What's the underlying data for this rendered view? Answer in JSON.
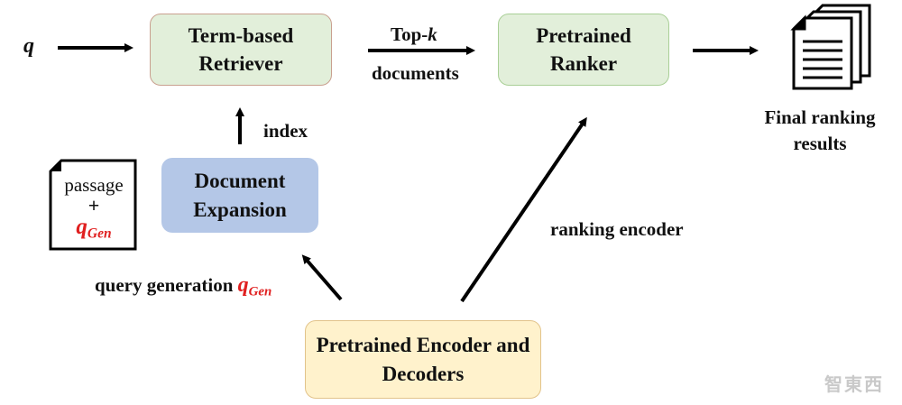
{
  "input": {
    "q": "q"
  },
  "nodes": {
    "retriever": "Term-based Retriever",
    "ranker": "Pretrained Ranker",
    "expansion": "Document Expansion",
    "encoder": "Pretrained Encoder and Decoders"
  },
  "edges": {
    "topk_prefix": "Top-",
    "topk_k": "k",
    "topk_suffix": "documents",
    "index": "index",
    "ranking_encoder": "ranking encoder",
    "query_generation": "query generation"
  },
  "passage_doc": {
    "passage": "passage",
    "plus": "+",
    "q": "q",
    "gen": "Gen"
  },
  "qgen": {
    "q": "q",
    "gen": "Gen"
  },
  "results": {
    "label": "Final ranking results"
  },
  "watermark": {
    "text": "智東西"
  },
  "colors": {
    "retriever_bg": "#e2efda",
    "expansion_bg": "#b4c7e7",
    "encoder_bg": "#fff2cc",
    "qgen": "#e02020"
  }
}
